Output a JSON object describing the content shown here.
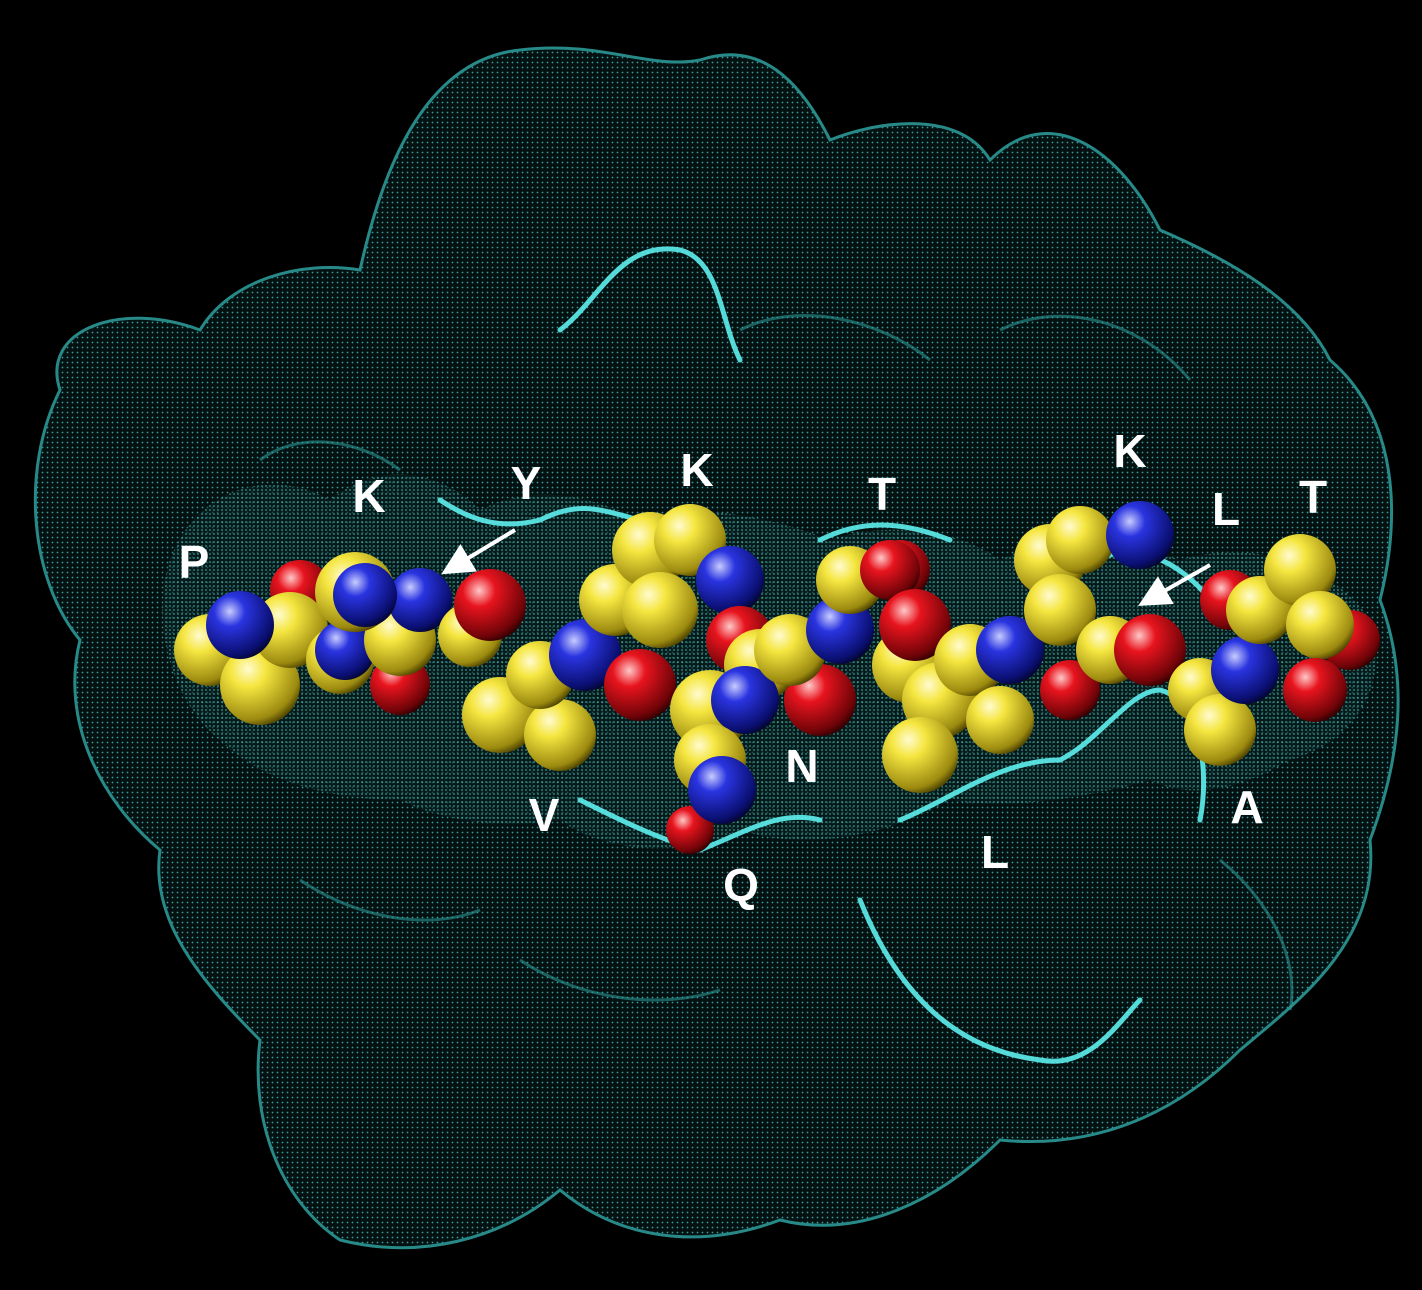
{
  "colors": {
    "background": "#000000",
    "surface": "#4fd6d6",
    "surface_rim": "#5ef0ee",
    "carbon": "#f2e03a",
    "nitrogen": "#1c24c8",
    "oxygen": "#d8101a",
    "label": "#ffffff"
  },
  "labels": [
    {
      "id": "P",
      "text": "P"
    },
    {
      "id": "K1",
      "text": "K"
    },
    {
      "id": "Y",
      "text": "Y"
    },
    {
      "id": "V",
      "text": "V"
    },
    {
      "id": "K2",
      "text": "K"
    },
    {
      "id": "Q",
      "text": "Q"
    },
    {
      "id": "N",
      "text": "N"
    },
    {
      "id": "T1",
      "text": "T"
    },
    {
      "id": "L1",
      "text": "L"
    },
    {
      "id": "K3",
      "text": "K"
    },
    {
      "id": "L2",
      "text": "L"
    },
    {
      "id": "T2",
      "text": "T"
    },
    {
      "id": "A",
      "text": "A"
    }
  ]
}
